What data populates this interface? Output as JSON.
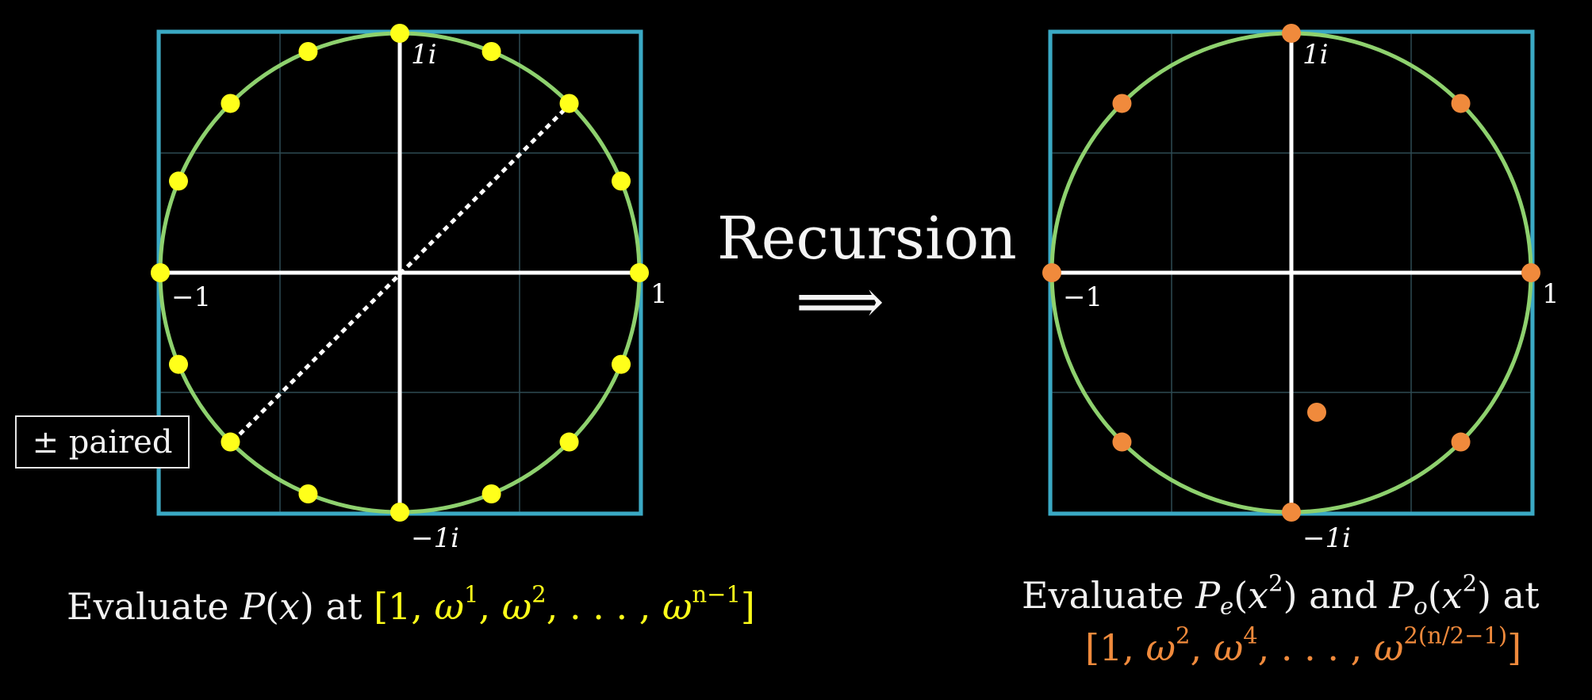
{
  "left_plot": {
    "axis_labels": {
      "top": "1i",
      "bottom": "−1i",
      "left": "−1",
      "right": "1"
    },
    "points_count": 16,
    "point_color": "#ffff1a",
    "pair_tag": "± paired",
    "caption": {
      "prefix": "Evaluate ",
      "fn": "P",
      "arg": "x",
      "mid": " at ",
      "set_open": "[1, ",
      "w1": "ω",
      "e1": "1",
      "sep1": ", ",
      "w2": "ω",
      "e2": "2",
      "dots": ", . . . , ",
      "wn": "ω",
      "en": "n−1",
      "set_close": "]"
    }
  },
  "right_plot": {
    "axis_labels": {
      "top": "1i",
      "bottom": "−1i",
      "left": "−1",
      "right": "1"
    },
    "points_count": 8,
    "point_color": "#f08a3c",
    "caption": {
      "prefix": "Evaluate ",
      "fn1": "P",
      "sub1": "e",
      "arg1": "x",
      "exp1": "2",
      "mid": " and ",
      "fn2": "P",
      "sub2": "o",
      "arg2": "x",
      "exp2": "2",
      "suffix": " at",
      "set_open": "[1, ",
      "w1": "ω",
      "e1": "2",
      "sep1": ", ",
      "w2": "ω",
      "e2": "4",
      "dots": ", . . . , ",
      "wn": "ω",
      "en": "2(n/2−1)",
      "set_close": "]"
    }
  },
  "center": {
    "title": "Recursion",
    "arrow": "⟹"
  },
  "colors": {
    "frame": "#3aa9c4",
    "circle": "#8ed16e",
    "grid": "#2d4a52",
    "axes": "#ffffff"
  }
}
